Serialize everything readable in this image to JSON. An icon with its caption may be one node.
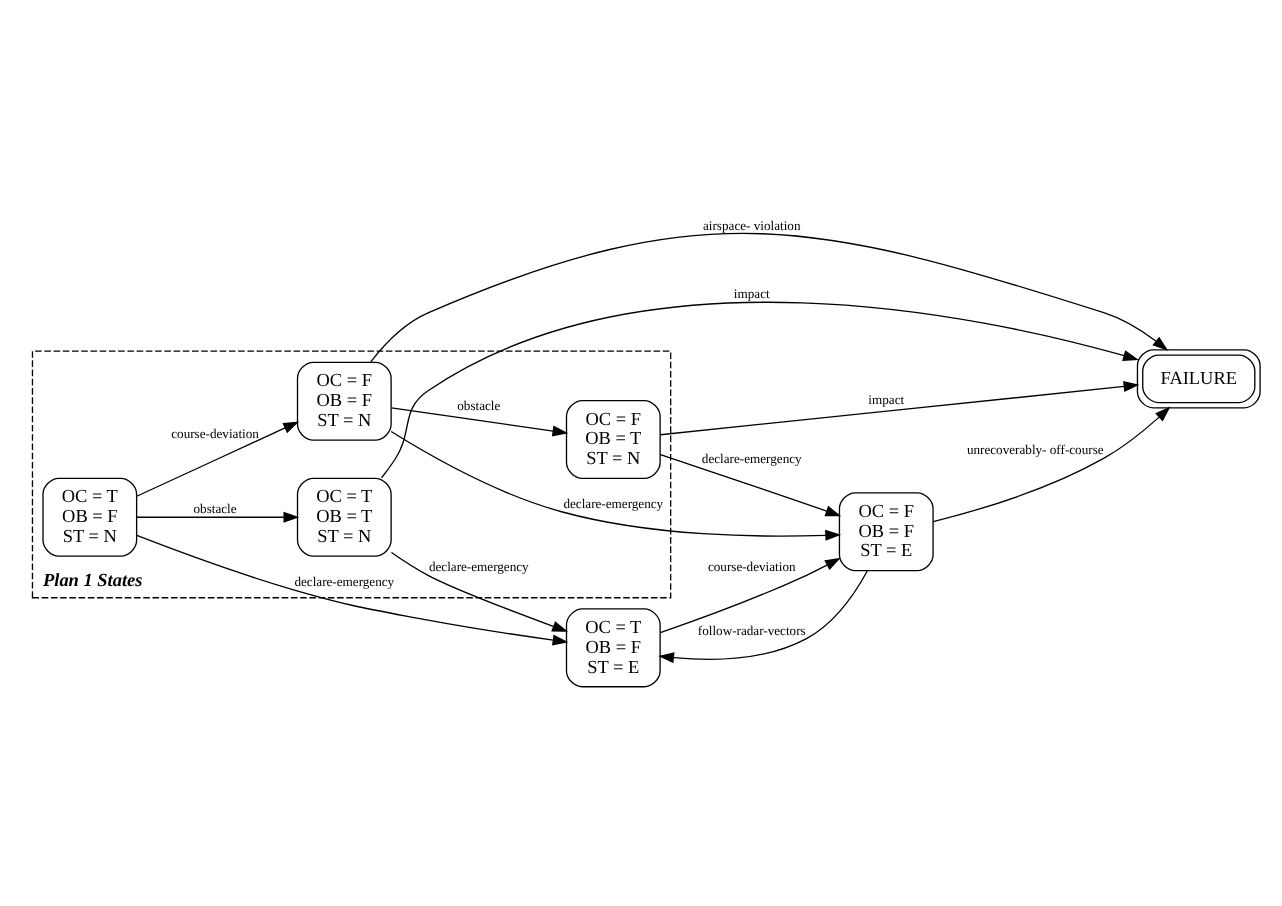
{
  "diagram": {
    "nodes": [
      {
        "text": [
          "Plan 1 States"
        ]
      },
      {
        "text": [
          "OC = T",
          "OB = F",
          "ST = N"
        ],
        "in": 0
      },
      {
        "text": [
          "OC = T",
          "OB = T",
          "ST = N"
        ],
        "in": 0
      },
      {
        "text": [
          "OC = F",
          "OB = F",
          "ST = N"
        ],
        "in": 0
      },
      {
        "text": [
          "OC = F",
          "OB = T",
          "ST = N"
        ],
        "in": 0
      },
      {
        "text": [
          "OC = T",
          "OB = F",
          "ST = E"
        ]
      },
      {
        "text": [
          "OC = F",
          "OB = F",
          "ST = E"
        ]
      },
      {
        "text": [
          "FAILURE"
        ]
      }
    ],
    "edges": [
      {
        "from": 1,
        "to": 3,
        "arrow": "to",
        "label": "course-deviation"
      },
      {
        "from": 1,
        "to": 2,
        "arrow": "to",
        "label": "obstacle"
      },
      {
        "from": 1,
        "to": 5,
        "arrow": "to",
        "label": "declare-emergency"
      },
      {
        "from": 2,
        "to": 5,
        "arrow": "to",
        "label": "declare-emergency"
      },
      {
        "from": 6,
        "to": 5,
        "arrow": "to",
        "label": "follow-radar-vectors"
      },
      {
        "from": 5,
        "to": 6,
        "arrow": "to",
        "label": "course-deviation"
      },
      {
        "from": 3,
        "to": 6,
        "arrow": "to",
        "label": "declare-emergency"
      },
      {
        "from": 3,
        "to": 4,
        "arrow": "to",
        "label": "obstacle"
      },
      {
        "from": 2,
        "to": 7,
        "arrow": "to",
        "label": "impact"
      },
      {
        "from": 4,
        "to": 6,
        "arrow": "to",
        "label": "declare-emergency"
      },
      {
        "from": 4,
        "to": 7,
        "arrow": "to",
        "label": "impact"
      },
      {
        "from": 6,
        "to": 7,
        "arrow": "to",
        "label": "unrecoverably- off-course"
      },
      {
        "from": 3,
        "to": 7,
        "arrow": "to",
        "label": "airspace- violation"
      }
    ]
  }
}
